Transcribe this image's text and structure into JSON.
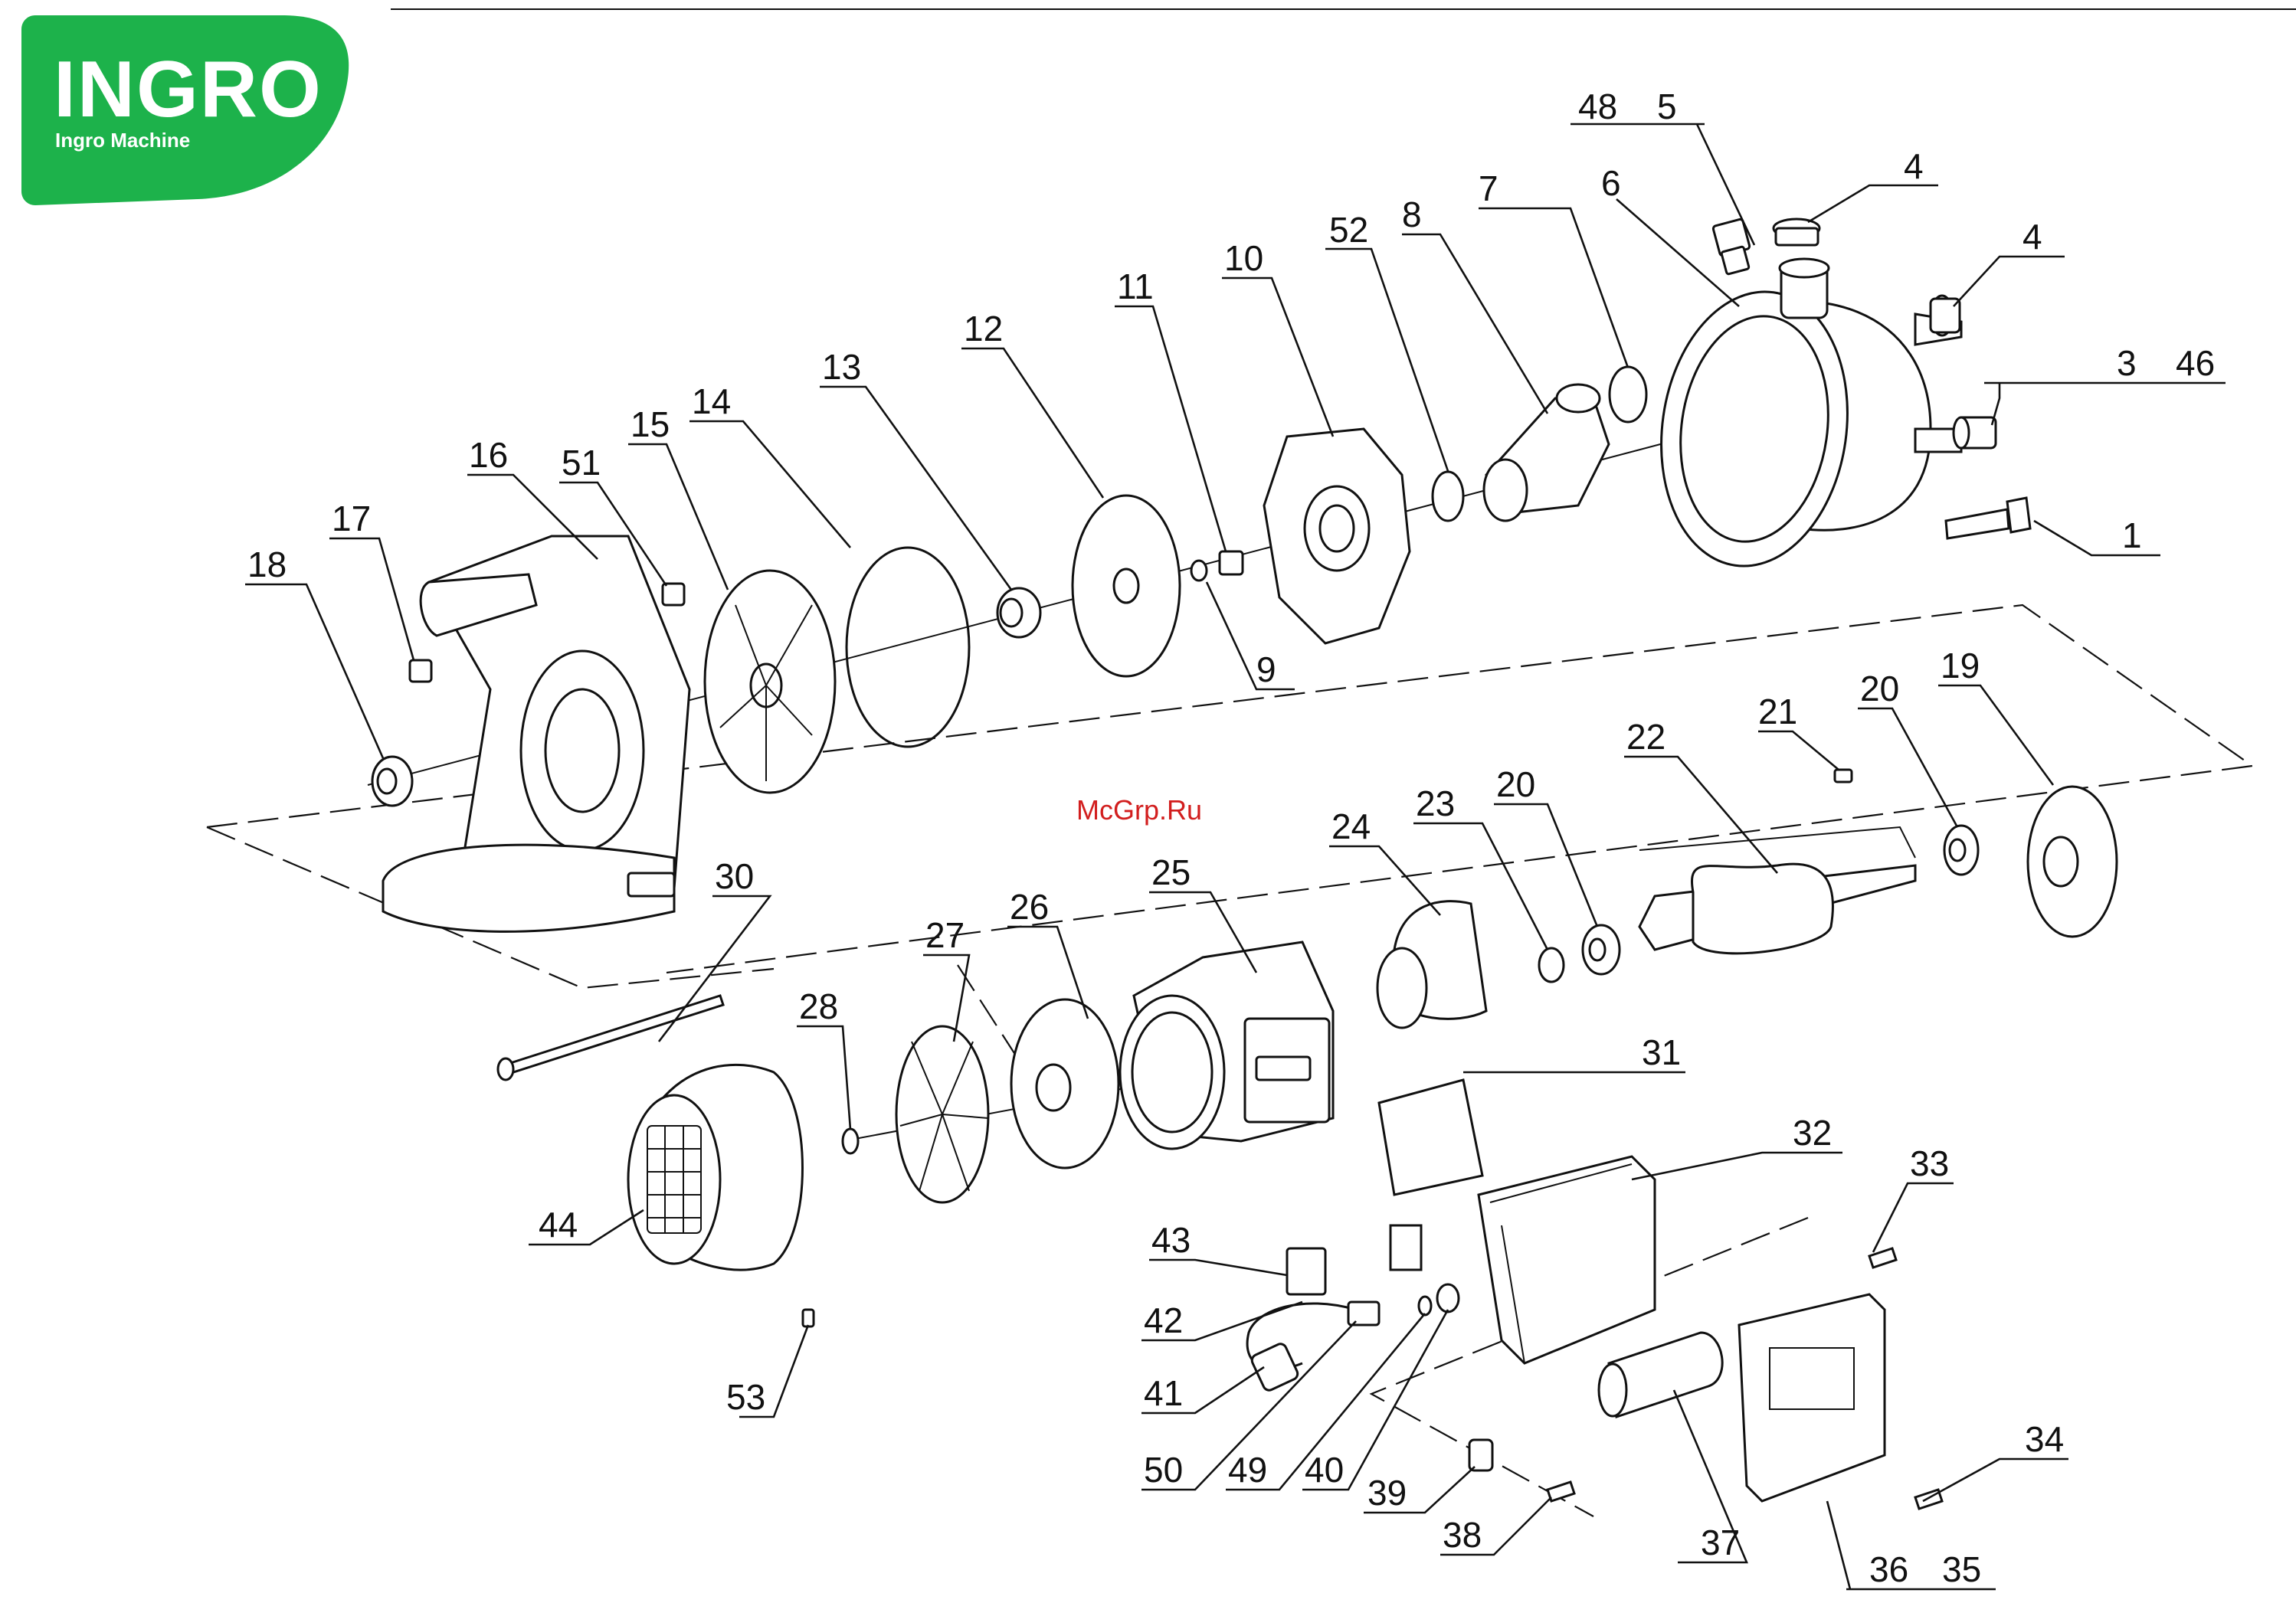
{
  "brand": {
    "name": "INGRO",
    "tagline": "Ingro Machine",
    "color": "#1db24b"
  },
  "watermark": "McGrp.Ru",
  "labels": [
    {
      "id": "l48",
      "text": "48"
    },
    {
      "id": "l5",
      "text": "5"
    },
    {
      "id": "l4a",
      "text": "4"
    },
    {
      "id": "l4b",
      "text": "4"
    },
    {
      "id": "l6",
      "text": "6"
    },
    {
      "id": "l7",
      "text": "7"
    },
    {
      "id": "l8",
      "text": "8"
    },
    {
      "id": "l52",
      "text": "52"
    },
    {
      "id": "l10",
      "text": "10"
    },
    {
      "id": "l11",
      "text": "11"
    },
    {
      "id": "l12",
      "text": "12"
    },
    {
      "id": "l13",
      "text": "13"
    },
    {
      "id": "l14",
      "text": "14"
    },
    {
      "id": "l15",
      "text": "15"
    },
    {
      "id": "l16",
      "text": "16"
    },
    {
      "id": "l51",
      "text": "51"
    },
    {
      "id": "l17",
      "text": "17"
    },
    {
      "id": "l18",
      "text": "18"
    },
    {
      "id": "l3",
      "text": "3"
    },
    {
      "id": "l46",
      "text": "46"
    },
    {
      "id": "l1",
      "text": "1"
    },
    {
      "id": "l9",
      "text": "9"
    },
    {
      "id": "l21",
      "text": "21"
    },
    {
      "id": "l20a",
      "text": "20"
    },
    {
      "id": "l19",
      "text": "19"
    },
    {
      "id": "l22",
      "text": "22"
    },
    {
      "id": "l23",
      "text": "23"
    },
    {
      "id": "l20b",
      "text": "20"
    },
    {
      "id": "l24",
      "text": "24"
    },
    {
      "id": "l25",
      "text": "25"
    },
    {
      "id": "l26",
      "text": "26"
    },
    {
      "id": "l27",
      "text": "27"
    },
    {
      "id": "l28",
      "text": "28"
    },
    {
      "id": "l30",
      "text": "30"
    },
    {
      "id": "l31",
      "text": "31"
    },
    {
      "id": "l32",
      "text": "32"
    },
    {
      "id": "l33",
      "text": "33"
    },
    {
      "id": "l44",
      "text": "44"
    },
    {
      "id": "l43",
      "text": "43"
    },
    {
      "id": "l42",
      "text": "42"
    },
    {
      "id": "l41",
      "text": "41"
    },
    {
      "id": "l50",
      "text": "50"
    },
    {
      "id": "l49",
      "text": "49"
    },
    {
      "id": "l40",
      "text": "40"
    },
    {
      "id": "l39",
      "text": "39"
    },
    {
      "id": "l38",
      "text": "38"
    },
    {
      "id": "l37",
      "text": "37"
    },
    {
      "id": "l36",
      "text": "36"
    },
    {
      "id": "l35",
      "text": "35"
    },
    {
      "id": "l34",
      "text": "34"
    },
    {
      "id": "l53",
      "text": "53"
    }
  ]
}
